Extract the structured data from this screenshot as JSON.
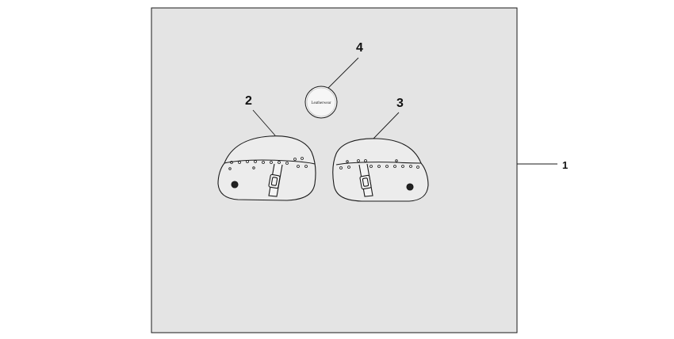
{
  "callouts": {
    "kit": "1",
    "left_bag": "2",
    "right_bag": "3",
    "emblem": "4"
  },
  "emblem_text": "Leatherwear",
  "colors": {
    "background": "#ffffff",
    "panel": "#e4e4e4",
    "line": "#1a1a1a"
  }
}
